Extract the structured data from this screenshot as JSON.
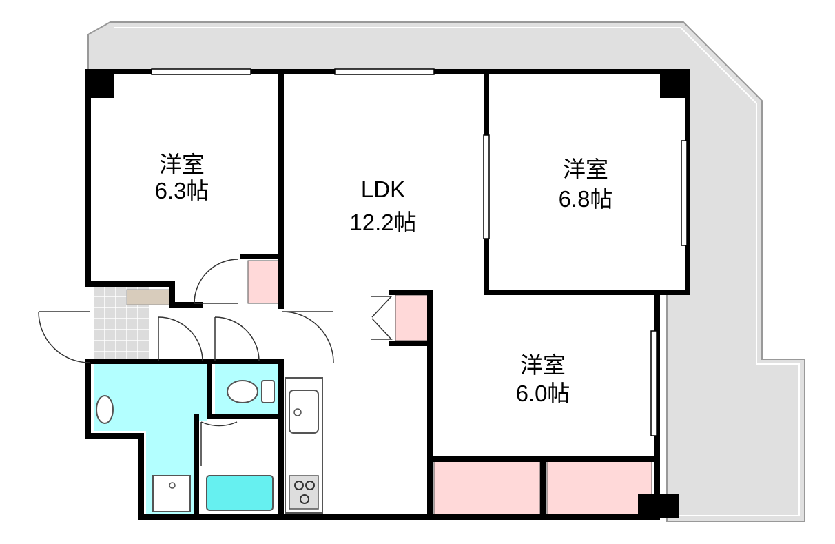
{
  "rooms": [
    {
      "id": "western-room-1",
      "name": "洋室",
      "size": "6.3帖"
    },
    {
      "id": "ldk",
      "name": "LDK",
      "size": "12.2帖"
    },
    {
      "id": "western-room-2",
      "name": "洋室",
      "size": "6.8帖"
    },
    {
      "id": "western-room-3",
      "name": "洋室",
      "size": "6.0帖"
    }
  ],
  "colors": {
    "balcony": "#e0e0e0",
    "wall": "#000000",
    "wet_area": "#b3ffff",
    "storage": "#ffd9d9",
    "entrance_tile": "#dcdcdc",
    "shoe_box": "#d8ccbc"
  }
}
